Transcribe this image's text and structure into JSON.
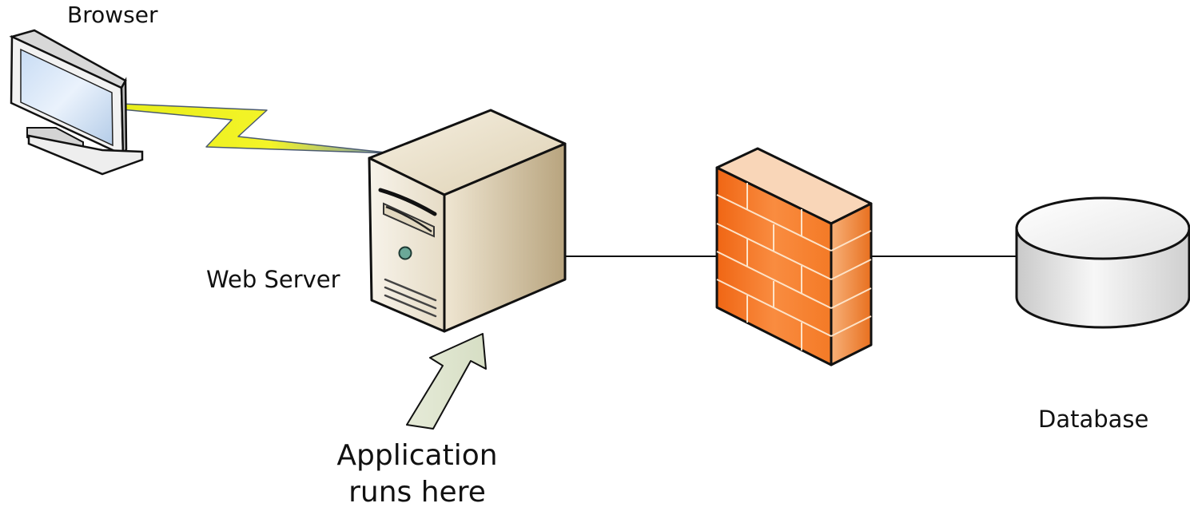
{
  "labels": {
    "browser": "Browser",
    "web_server": "Web Server",
    "database": "Database",
    "application_line1": "Application",
    "application_line2": "runs here"
  },
  "nodes": [
    {
      "id": "browser",
      "icon": "monitor-icon"
    },
    {
      "id": "web_server",
      "icon": "server-tower-icon"
    },
    {
      "id": "firewall",
      "icon": "firewall-brick-wall-icon"
    },
    {
      "id": "database",
      "icon": "database-cylinder-icon"
    }
  ],
  "connections": [
    {
      "from": "browser",
      "to": "web_server",
      "style": "lightning-bolt"
    },
    {
      "from": "web_server",
      "to": "firewall",
      "style": "line"
    },
    {
      "from": "firewall",
      "to": "database",
      "style": "line"
    }
  ],
  "colors": {
    "lightning": "#f2f21a",
    "firewall": "#f26d1e",
    "server_body": "#ece3cf",
    "callout_arrow": "#e2e8d2"
  }
}
